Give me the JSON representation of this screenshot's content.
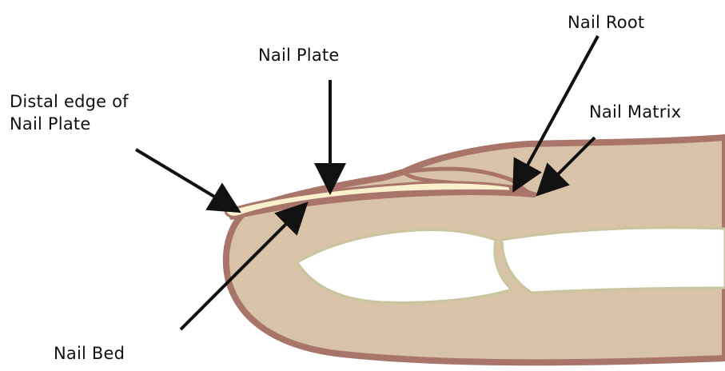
{
  "labels": {
    "nail_plate": "Nail Plate",
    "nail_root": "Nail Root",
    "nail_matrix": "Nail Matrix",
    "nail_bed": "Nail Bed",
    "distal_edge_line1": "Distal edge of",
    "distal_edge_line2": "Nail Plate"
  },
  "colors": {
    "background": "#ffffff",
    "finger_fill": "#d8c2a8",
    "skin_border": "#a9756a",
    "nail_plate": "#fbf1cf",
    "cavity": "#ffffff",
    "cavity_outline": "#c9c59e",
    "arrow": "#111111",
    "label_text": "#111111"
  }
}
